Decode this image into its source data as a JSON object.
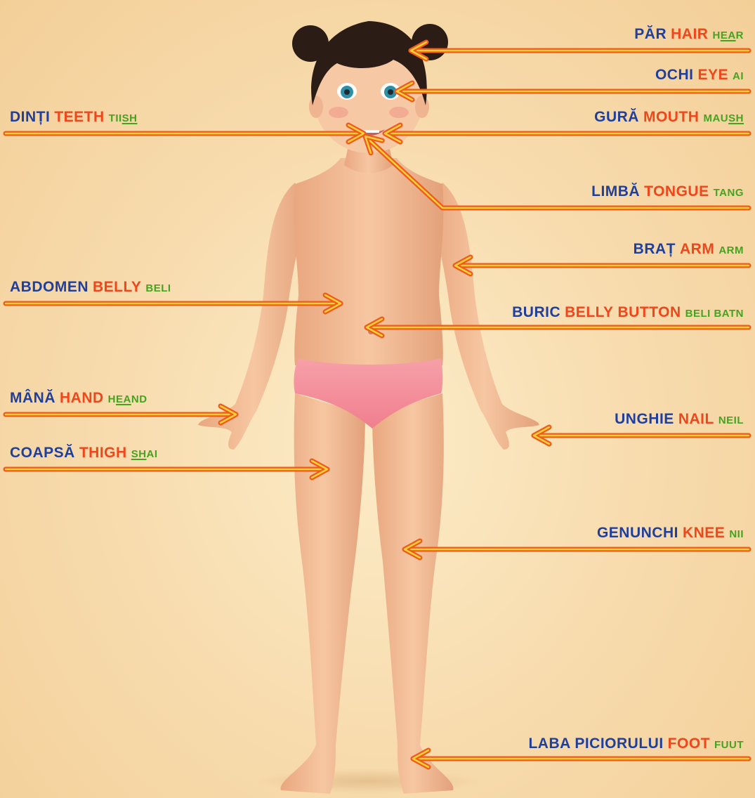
{
  "colors": {
    "romanian": "#1f3f9e",
    "english": "#f0461c",
    "pronunciation": "#43a41f",
    "arrow_outer": "#f05a1a",
    "arrow_inner": "#ffd23a"
  },
  "figure": {
    "name": "girl-body-illustration"
  },
  "labels": [
    {
      "id": "hair",
      "ro": "PĂR",
      "en": "HAIR",
      "pr": "HEAR",
      "pr_underline": "EA",
      "side": "right"
    },
    {
      "id": "eye",
      "ro": "OCHI",
      "en": "EYE",
      "pr": "AI",
      "pr_underline": "",
      "side": "right"
    },
    {
      "id": "teeth",
      "ro": "DINȚI",
      "en": "TEETH",
      "pr": "TIISH",
      "pr_underline": "SH",
      "side": "left"
    },
    {
      "id": "mouth",
      "ro": "GURĂ",
      "en": "MOUTH",
      "pr": "MAUSH",
      "pr_underline": "SH",
      "side": "right"
    },
    {
      "id": "tongue",
      "ro": "LIMBĂ",
      "en": "TONGUE",
      "pr": "TANG",
      "pr_underline": "",
      "side": "right"
    },
    {
      "id": "arm",
      "ro": "BRAȚ",
      "en": "ARM",
      "pr": "ARM",
      "pr_underline": "",
      "side": "right"
    },
    {
      "id": "belly",
      "ro": "ABDOMEN",
      "en": "BELLY",
      "pr": "BELI",
      "pr_underline": "",
      "side": "left"
    },
    {
      "id": "belly-button",
      "ro": "BURIC",
      "en": "BELLY BUTTON",
      "pr": "BELI BATN",
      "pr_underline": "",
      "side": "right"
    },
    {
      "id": "hand",
      "ro": "MÂNĂ",
      "en": "HAND",
      "pr": "HEAND",
      "pr_underline": "EA",
      "side": "left"
    },
    {
      "id": "nail",
      "ro": "UNGHIE",
      "en": "NAIL",
      "pr": "NEIL",
      "pr_underline": "",
      "side": "right"
    },
    {
      "id": "thigh",
      "ro": "COAPSĂ",
      "en": "THIGH",
      "pr": "SHAI",
      "pr_underline": "SH",
      "side": "left"
    },
    {
      "id": "knee",
      "ro": "GENUNCHI",
      "en": "KNEE",
      "pr": "NII",
      "pr_underline": "",
      "side": "right"
    },
    {
      "id": "foot",
      "ro": "LABA PICIORULUI",
      "en": "FOOT",
      "pr": "FUUT",
      "pr_underline": "",
      "side": "right"
    }
  ]
}
